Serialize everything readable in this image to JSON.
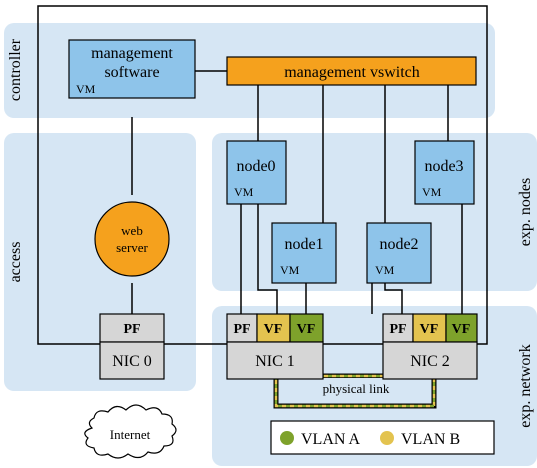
{
  "regions": {
    "controller": "controller",
    "access": "access",
    "exp_nodes": "exp. nodes",
    "exp_network": "exp. network"
  },
  "management_software": {
    "line1": "management",
    "line2": "software",
    "vm": "VM"
  },
  "management_vswitch": "management vswitch",
  "nodes": [
    {
      "name": "node0",
      "vm": "VM"
    },
    {
      "name": "node1",
      "vm": "VM"
    },
    {
      "name": "node2",
      "vm": "VM"
    },
    {
      "name": "node3",
      "vm": "VM"
    }
  ],
  "web_server": {
    "line1": "web",
    "line2": "server"
  },
  "nics": {
    "nic0": {
      "label": "NIC 0",
      "pf": "PF"
    },
    "nic1": {
      "label": "NIC 1",
      "pf": "PF",
      "vf1": "VF",
      "vf2": "VF"
    },
    "nic2": {
      "label": "NIC 2",
      "pf": "PF",
      "vf1": "VF",
      "vf2": "VF"
    }
  },
  "physical_link": "physical link",
  "internet": "Internet",
  "legend": [
    {
      "label": "VLAN A",
      "color": "#7ea22b"
    },
    {
      "label": "VLAN B",
      "color": "#e3c34f"
    }
  ],
  "colors": {
    "region_bg": "#d6e6f4",
    "vm_box": "#8ec4ea",
    "vswitch": "#f5a11d",
    "web_server": "#f5a11d",
    "nic_gray": "#d6d6d6",
    "vlan_a": "#7ea22b",
    "vlan_b": "#e3c34f"
  }
}
